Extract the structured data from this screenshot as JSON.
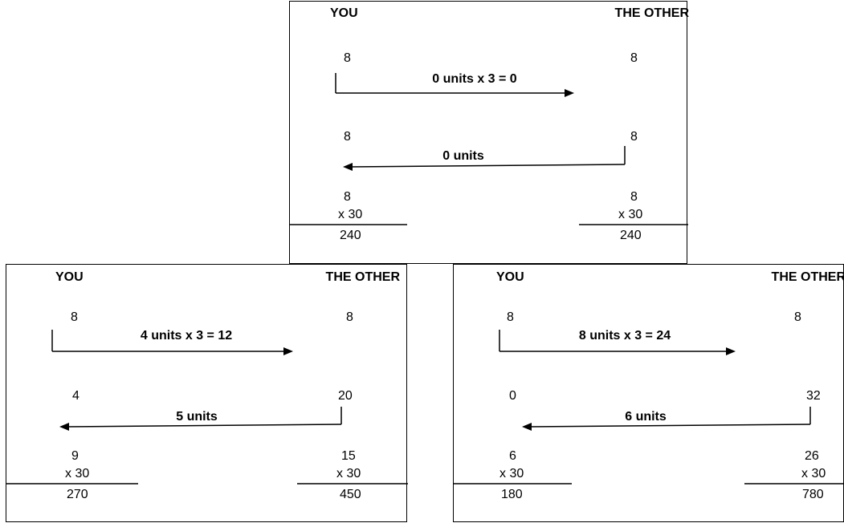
{
  "headers": {
    "you": "YOU",
    "other": "THE OTHER"
  },
  "multiplier_label": "x 30",
  "scenarios": [
    {
      "you_start": "8",
      "other_start": "8",
      "send_label": "0 units x 3 = 0",
      "you_mid": "8",
      "other_mid": "8",
      "return_label": "0 units",
      "you_final": "8",
      "other_final": "8",
      "you_total": "240",
      "other_total": "240"
    },
    {
      "you_start": "8",
      "other_start": "8",
      "send_label": "4 units x 3 = 12",
      "you_mid": "4",
      "other_mid": "20",
      "return_label": "5 units",
      "you_final": "9",
      "other_final": "15",
      "you_total": "270",
      "other_total": "450"
    },
    {
      "you_start": "8",
      "other_start": "8",
      "send_label": "8 units x 3 = 24",
      "you_mid": "0",
      "other_mid": "32",
      "return_label": "6 units",
      "you_final": "6",
      "other_final": "26",
      "you_total": "180",
      "other_total": "780"
    }
  ]
}
